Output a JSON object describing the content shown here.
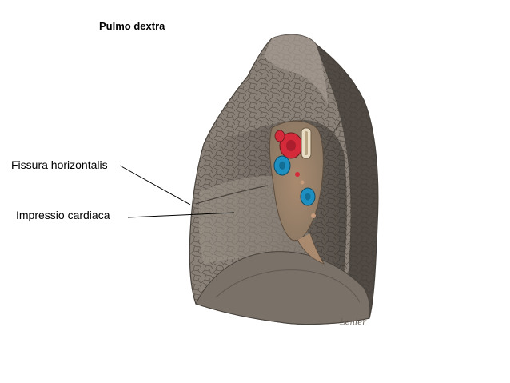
{
  "title": "Pulmo dextra",
  "labels": {
    "fissura_horizontalis": "Fissura horizontalis",
    "impressio_cardiaca": "Impressio cardiaca"
  },
  "signature": "Lenier",
  "colors": {
    "lung_base": "#8a8178",
    "lung_dark": "#4f4943",
    "lung_light": "#b3aba1",
    "artery": "#d42a3a",
    "vein": "#1d8fc0",
    "bronchus": "#e8dcc4",
    "leader_line": "#000000"
  }
}
